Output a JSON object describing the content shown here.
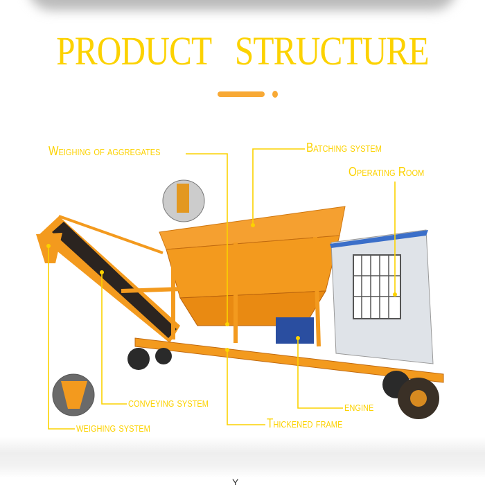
{
  "header": {
    "title": "PRODUCT   STRUCTURE"
  },
  "labels": {
    "weighing_aggregates": "Weighing of aggregates",
    "batching": "Batching system",
    "operating_room": "Operating Room",
    "conveying": "conveying system",
    "weighing_system": "weighing system",
    "thickened_frame": "Thickened frame",
    "engine": "engine"
  },
  "footer": {
    "char": "Y"
  },
  "colors": {
    "label": "#fcd200",
    "accent": "#f8a935",
    "machine": "#f39a1e"
  }
}
